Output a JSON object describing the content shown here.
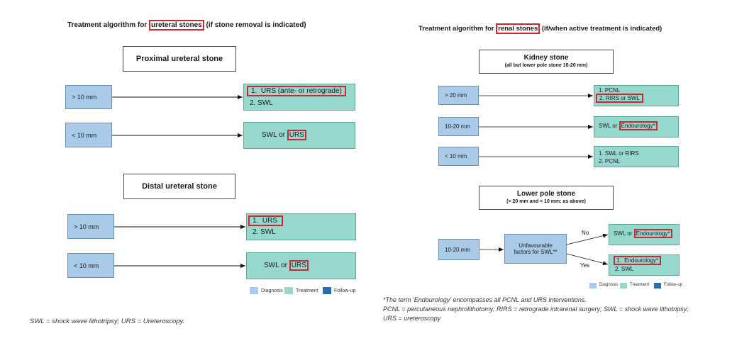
{
  "left": {
    "title_pre": "Treatment algorithm for ",
    "title_hl": "ureteral stones",
    "title_post": " (if stone removal is indicated)",
    "proximal_header": "Proximal ureteral stone",
    "distal_header": "Distal ureteral stone",
    "prox_gt10": "> 10 mm",
    "prox_gt10_tx1_num": "1.",
    "prox_gt10_tx1": "URS (ante- or retrograde)",
    "prox_gt10_tx2": "2.  SWL",
    "prox_lt10": "< 10 mm",
    "prox_lt10_tx_pre": "SWL or ",
    "prox_lt10_tx_hl": "URS",
    "dist_gt10": "> 10 mm",
    "dist_gt10_tx1_num": "1.",
    "dist_gt10_tx1": "URS",
    "dist_gt10_tx2": "2.  SWL",
    "dist_lt10": "< 10 mm",
    "dist_lt10_tx_pre": "SWL or ",
    "dist_lt10_tx_hl": "URS",
    "legend": [
      "Diagnosis",
      "Treatment",
      "Follow-up"
    ],
    "footnote": "SWL = shock wave lithotripsy; URS = Ureteroscopy."
  },
  "right": {
    "title_pre": "Treatment algorithm for ",
    "title_hl": "renal stones",
    "title_post": " (if/when active treatment is indicated)",
    "kidney_header": "Kidney stone",
    "kidney_sub": "(all but lower pole stone 10-20 mm)",
    "gt20": "> 20 mm",
    "gt20_tx1": "1.  PCNL",
    "gt20_tx2": "2.  RIRS or SWL",
    "r10_20": "10-20 mm",
    "r10_20_tx_pre": "SWL or ",
    "r10_20_tx_hl": "Endourology*",
    "lt10": "< 10 mm",
    "lt10_tx1": "1.  SWL or RIRS",
    "lt10_tx2": "2.  PCNL",
    "lower_header": "Lower pole stone",
    "lower_sub": "(> 20 mm and < 10 mm: as above)",
    "lp_10_20": "10-20 mm",
    "unfav_1": "Unfavourable",
    "unfav_2": "factors for SWL**",
    "no": "No",
    "yes": "Yes",
    "no_tx_pre": "SWL or ",
    "no_tx_hl": "Endourology*",
    "yes_tx1_num": "1.",
    "yes_tx1": "Endourology*",
    "yes_tx2": "2.  SWL",
    "legend": [
      "Diagnosis",
      "Treatment",
      "Follow-up"
    ],
    "notes": [
      "*The term 'Endourology' encompasses all PCNL and URS interventions.",
      "PCNL = percutaneous nephrolithotomy; RIRS = retrograde intrarenal surgery; SWL = shock wave lithotripsy;",
      "URS = ureteroscopy"
    ]
  },
  "colors": {
    "diagnosis": "#a9cbe9",
    "treatment": "#96d8cd",
    "followup": "#2a6db0",
    "highlight": "#d0262f"
  }
}
